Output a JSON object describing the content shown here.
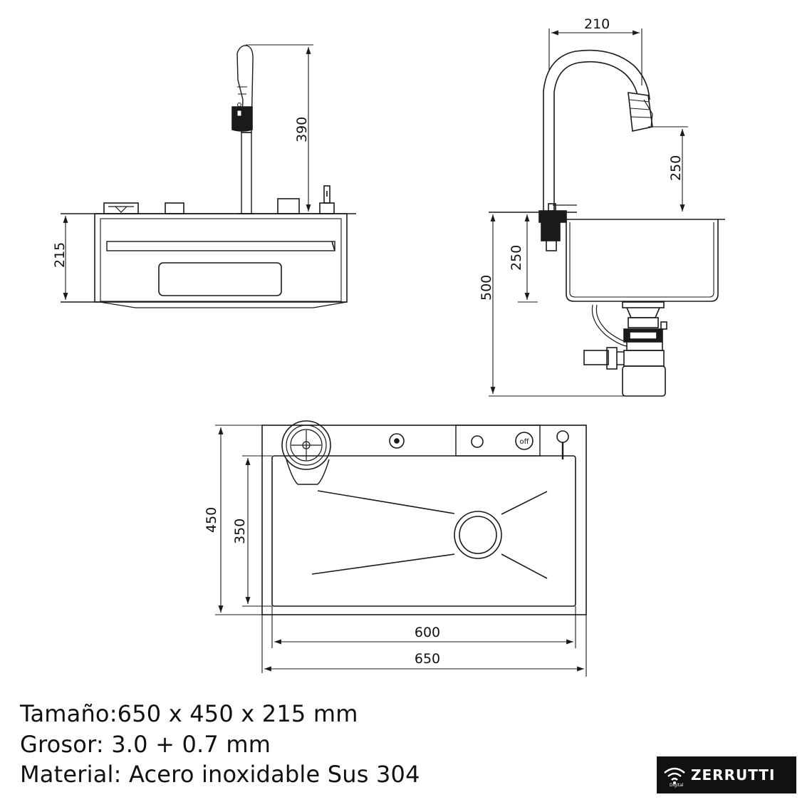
{
  "dimensions": {
    "front_height": "215",
    "faucet_height": "390",
    "faucet_reach": "210",
    "spout_height": "250",
    "side_depth": "250",
    "total_height": "500",
    "top_depth_outer": "450",
    "top_depth_inner": "350",
    "top_width_inner": "600",
    "top_width_outer": "650"
  },
  "labels": {
    "off_button": "off"
  },
  "specs": [
    "Tamaño:650 x 450 x 215 mm",
    "Grosor: 3.0 + 0.7 mm",
    "Material: Acero inoxidable Sus 304"
  ],
  "logo": {
    "name": "ZERRUTTI",
    "sub": "Digital",
    "icon": "wifi-icon"
  },
  "colors": {
    "line": "#1a1a1a",
    "background": "#ffffff",
    "logo_background": "#111111"
  }
}
